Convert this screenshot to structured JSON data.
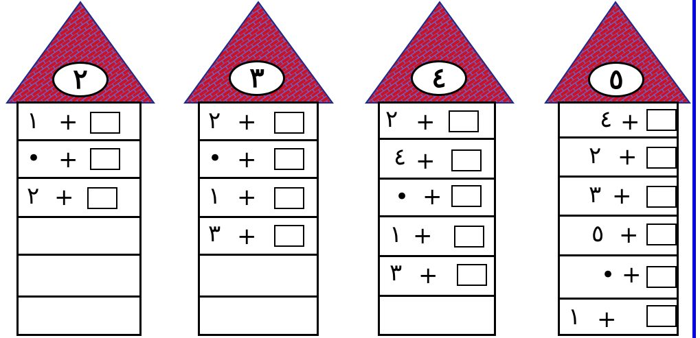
{
  "colors": {
    "roof": "#cc1122",
    "roof_pattern": "#5a6ee0",
    "outline": "#000000",
    "side_bar": "#0000e6"
  },
  "houses": [
    {
      "number": "٢",
      "rows": [
        {
          "num": "١",
          "plus": "+"
        },
        {
          "num": "•",
          "plus": "+"
        },
        {
          "num": "٢",
          "plus": "+"
        }
      ]
    },
    {
      "number": "٣",
      "rows": [
        {
          "num": "٢",
          "plus": "+"
        },
        {
          "num": "•",
          "plus": "+"
        },
        {
          "num": "١",
          "plus": "+"
        },
        {
          "num": "٣",
          "plus": "+"
        }
      ]
    },
    {
      "number": "٤",
      "rows": [
        {
          "num": "٢",
          "plus": "+"
        },
        {
          "num": "٤",
          "plus": "+"
        },
        {
          "num": "•",
          "plus": "+"
        },
        {
          "num": "١",
          "plus": "+"
        },
        {
          "num": "٣",
          "plus": "+"
        }
      ]
    },
    {
      "number": "٥",
      "rows": [
        {
          "num": "٤",
          "plus": "+"
        },
        {
          "num": "٢",
          "plus": "+"
        },
        {
          "num": "٣",
          "plus": "+"
        },
        {
          "num": "٥",
          "plus": "+"
        },
        {
          "num": "•",
          "plus": "+"
        },
        {
          "num": "١",
          "plus": "+"
        }
      ]
    }
  ]
}
